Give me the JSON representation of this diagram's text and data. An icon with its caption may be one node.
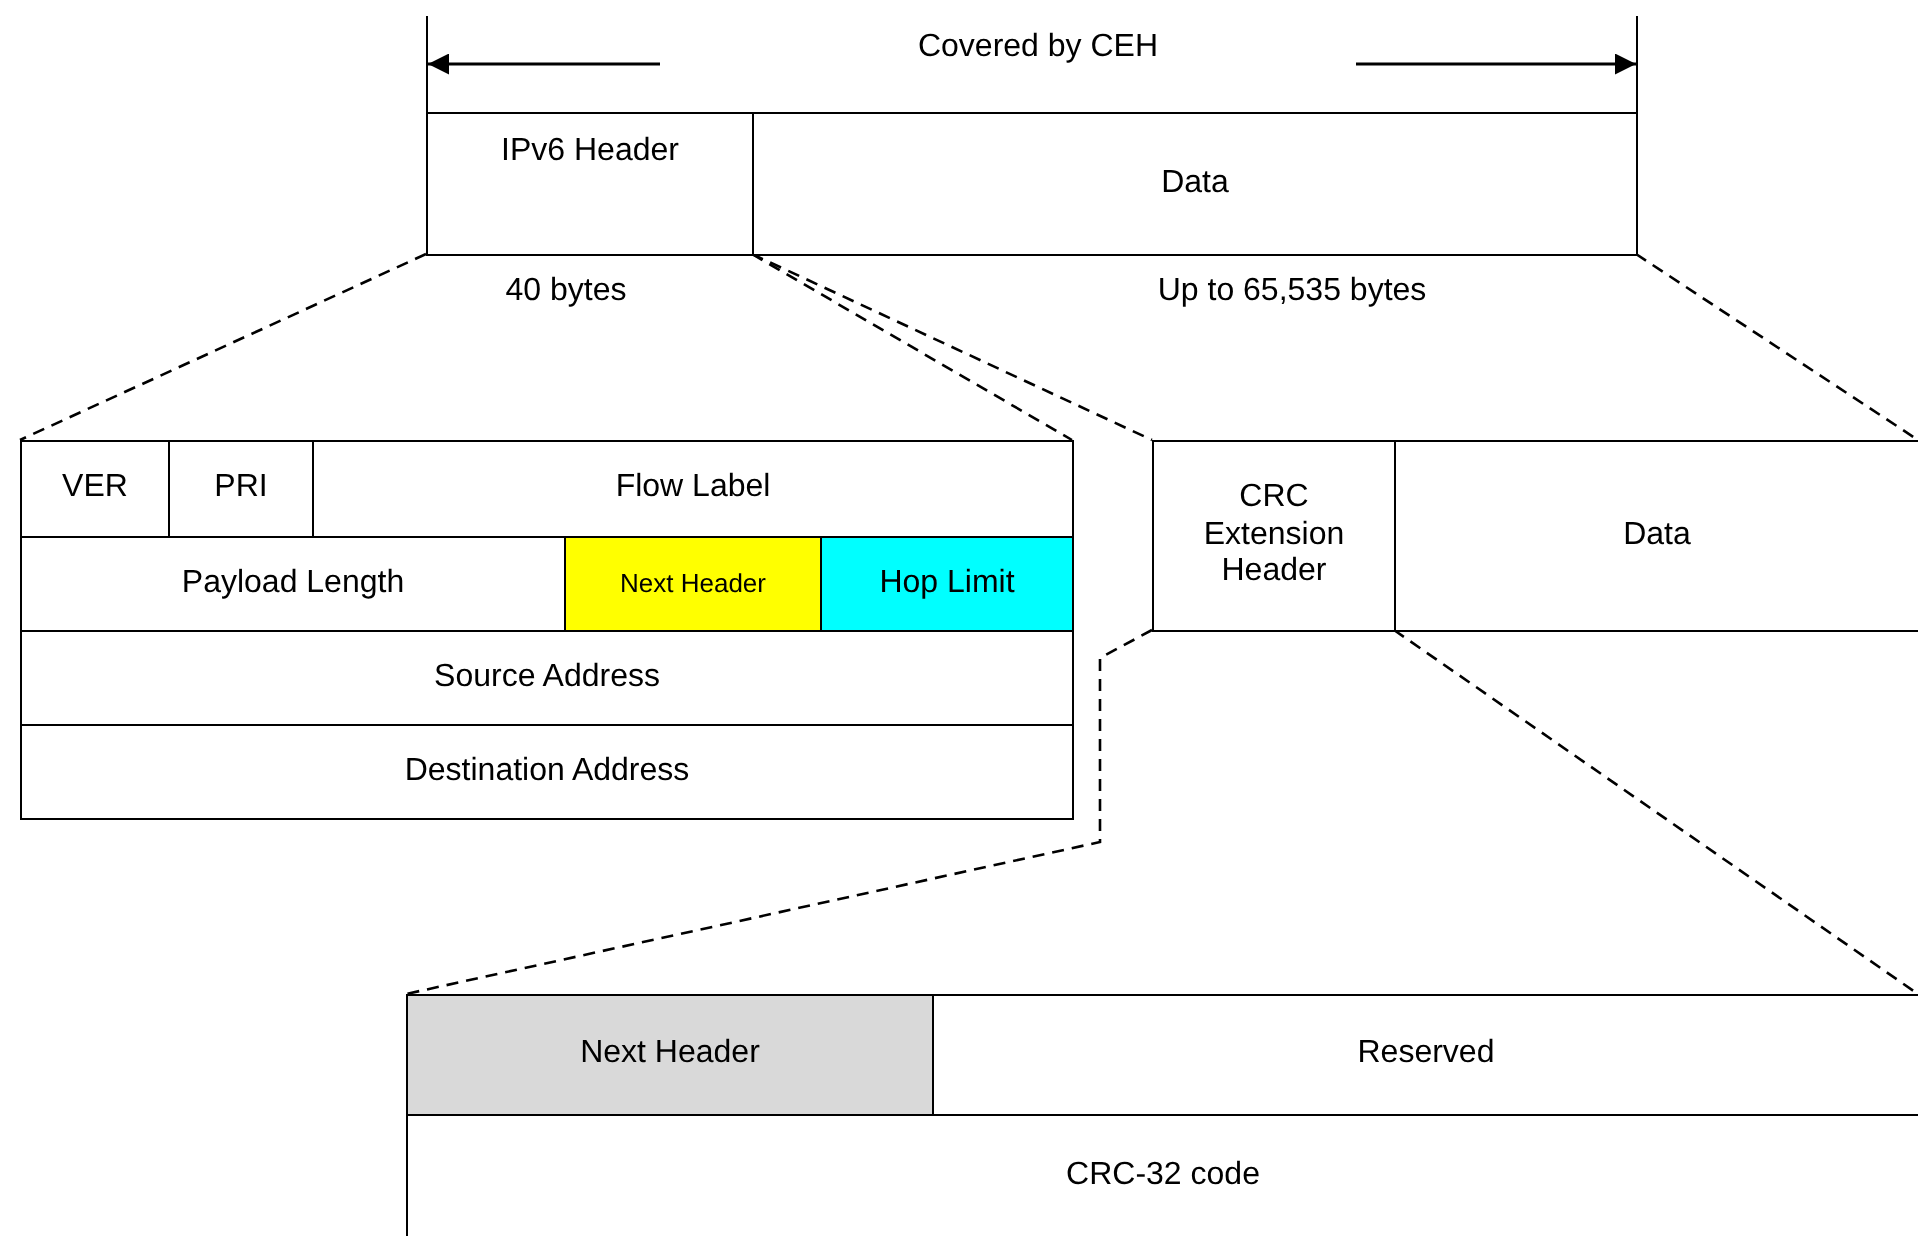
{
  "diagram": {
    "nodes": [
      {
        "text": [
          "IPv6 Header"
        ],
        "beside": [
          "40 bytes"
        ]
      },
      {
        "text": [
          "Data"
        ],
        "beside": [
          "Up to 65,535 bytes"
        ]
      },
      {
        "text": [
          "VER"
        ]
      },
      {
        "text": [
          "PRI"
        ]
      },
      {
        "text": [
          "Flow Label"
        ]
      },
      {
        "text": [
          "Payload Length"
        ]
      },
      {
        "text": [
          "Next Header"
        ]
      },
      {
        "text": [
          "Hop Limit"
        ]
      },
      {
        "text": [
          "Source Address"
        ]
      },
      {
        "text": [
          "Destination Address"
        ]
      },
      {
        "text": [
          "CRC Extension Header"
        ]
      },
      {
        "text": [
          "Data"
        ]
      },
      {
        "text": [
          "Next Header"
        ]
      },
      {
        "text": [
          "Reserved"
        ]
      },
      {
        "text": [
          "CRC-32 code"
        ]
      }
    ],
    "edges": [
      {
        "from": 0,
        "to": 2,
        "arrow": "none",
        "style": "dashed"
      },
      {
        "from": 0,
        "to": 4,
        "arrow": "none",
        "style": "dashed"
      },
      {
        "from": 0,
        "to": 10,
        "arrow": "none",
        "style": "dashed"
      },
      {
        "from": 1,
        "to": 11,
        "arrow": "none",
        "style": "dashed"
      },
      {
        "from": 10,
        "to": 12,
        "arrow": "none",
        "style": "dashed"
      },
      {
        "from": 11,
        "to": 13,
        "arrow": "none",
        "style": "dashed"
      }
    ],
    "labels": [
      "Covered by CEH"
    ]
  }
}
